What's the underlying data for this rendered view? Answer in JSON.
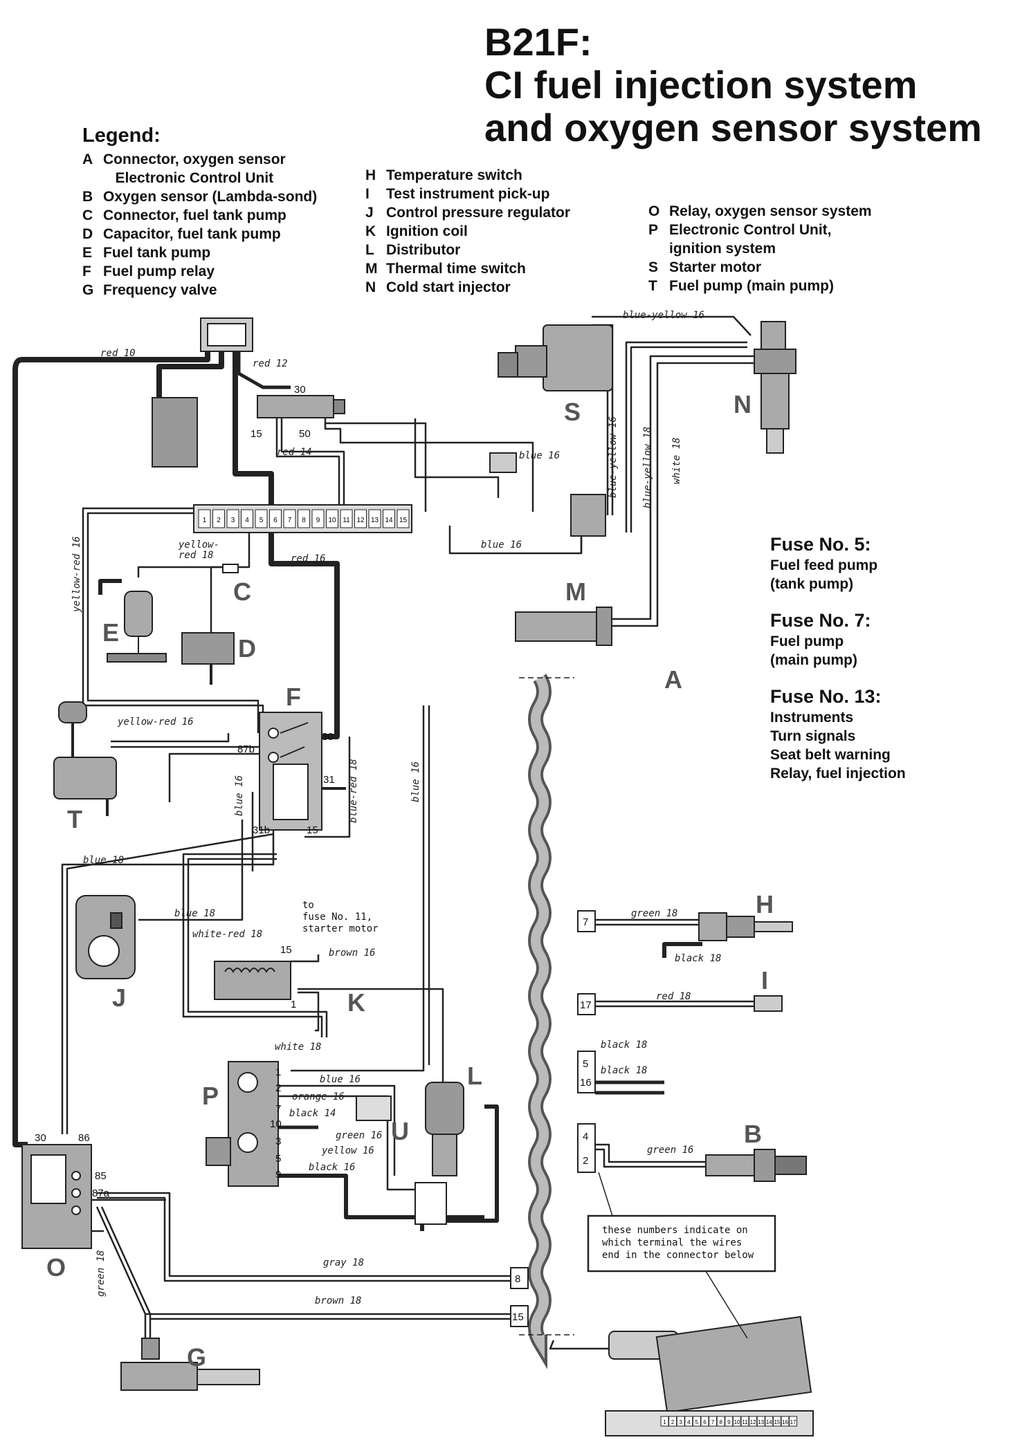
{
  "title": {
    "line1": "B21F:",
    "line2": "CI fuel injection system",
    "line3": "and oxygen sensor system"
  },
  "legend": {
    "heading": "Legend:",
    "col1": [
      {
        "key": "A",
        "text": "Connector, oxygen sensor\n   Electronic Control Unit"
      },
      {
        "key": "B",
        "text": "Oxygen sensor (Lambda-sond)"
      },
      {
        "key": "C",
        "text": "Connector, fuel tank pump"
      },
      {
        "key": "D",
        "text": "Capacitor, fuel tank pump"
      },
      {
        "key": "E",
        "text": "Fuel tank pump"
      },
      {
        "key": "F",
        "text": "Fuel pump relay"
      },
      {
        "key": "G",
        "text": "Frequency valve"
      }
    ],
    "col2": [
      {
        "key": "H",
        "text": "Temperature switch"
      },
      {
        "key": "I",
        "text": "Test instrument pick-up"
      },
      {
        "key": "J",
        "text": "Control pressure regulator"
      },
      {
        "key": "K",
        "text": "Ignition coil"
      },
      {
        "key": "L",
        "text": "Distributor"
      },
      {
        "key": "M",
        "text": "Thermal time switch"
      },
      {
        "key": "N",
        "text": "Cold start injector"
      }
    ],
    "col3": [
      {
        "key": "O",
        "text": "Relay, oxygen sensor system"
      },
      {
        "key": "P",
        "text": "Electronic Control Unit,\nignition system"
      },
      {
        "key": "S",
        "text": "Starter motor"
      },
      {
        "key": "T",
        "text": "Fuel pump (main pump)"
      }
    ]
  },
  "fuses": [
    {
      "heading": "Fuse No. 5:",
      "lines": [
        "Fuel feed pump",
        "(tank pump)"
      ]
    },
    {
      "heading": "Fuse No. 7:",
      "lines": [
        "Fuel pump",
        "(main pump)"
      ]
    },
    {
      "heading": "Fuse No. 13:",
      "lines": [
        "Instruments",
        "Turn signals",
        "Seat belt warning",
        "Relay, fuel injection"
      ]
    }
  ],
  "components": {
    "A": "A",
    "B": "B",
    "C": "C",
    "D": "D",
    "E": "E",
    "F": "F",
    "G": "G",
    "H": "H",
    "I": "I",
    "J": "J",
    "K": "K",
    "L": "L",
    "M": "M",
    "N": "N",
    "O": "O",
    "P": "P",
    "S": "S",
    "T": "T",
    "U": "U"
  },
  "wires": {
    "red10": "red 10",
    "red12": "red 12",
    "red14": "red 14",
    "red16": "red 16",
    "blue_yellow16_top": "blue-yellow 16",
    "blue_yellow16_s": "blue-yellow 16",
    "blue_yellow18": "blue-yellow 18",
    "white18_n": "white 18",
    "blue16_top": "blue 16",
    "blue16_mid": "blue 16",
    "yellow_red16_left": "yellow-red 16",
    "yellow_red18": "yellow-\nred 18",
    "yellow_red16_t": "yellow-red 16",
    "blue16_f": "blue 16",
    "blue_red18": "blue-red 18",
    "blue16_long": "blue 16",
    "blue18_a": "blue 18",
    "blue18_j": "blue 18",
    "white_red18": "white-red 18",
    "brown16": "brown 16",
    "white18_k": "white 18",
    "blue16_p": "blue 16",
    "orange16": "orange 16",
    "black14": "black 14",
    "green16_p": "green 16",
    "yellow16": "yellow 16",
    "black16": "black 16",
    "green18_h": "green 18",
    "black18_h": "black 18",
    "red18_i": "red 18",
    "black18_a": "black 18",
    "black18_b": "black 18",
    "green16_b": "green 16",
    "gray18": "gray 18",
    "brown18": "brown 18",
    "green18_g": "green 18"
  },
  "terminals": {
    "t30_ign": "30",
    "t15_ign": "15",
    "t50": "50",
    "t87b": "87b",
    "t30_f": "30",
    "t31": "31",
    "t31b": "31b",
    "t15_f": "15",
    "t15_k": "15",
    "t1_k": "1",
    "t30_o": "30",
    "t86": "86",
    "t85": "85",
    "t87a": "87a",
    "p1": "1",
    "p2": "2",
    "p7": "7",
    "p10": "10",
    "p3": "3",
    "p5": "5",
    "p9": "9",
    "c7": "7",
    "c17": "17",
    "c5": "5",
    "c16": "16",
    "c4": "4",
    "c2": "2",
    "c8": "8",
    "c15": "15"
  },
  "fusebox_numbers": [
    "1",
    "2",
    "3",
    "4",
    "5",
    "6",
    "7",
    "8",
    "9",
    "10",
    "11",
    "12",
    "13",
    "14",
    "15"
  ],
  "connector_numbers": [
    "1",
    "2",
    "3",
    "4",
    "5",
    "6",
    "7",
    "8",
    "9",
    "10",
    "11",
    "12",
    "13",
    "14",
    "15",
    "16",
    "17"
  ],
  "note_starter": "to\nfuse No. 11,\nstarter motor",
  "note_connector": "these numbers indicate on\nwhich terminal the wires\nend in the connector below"
}
